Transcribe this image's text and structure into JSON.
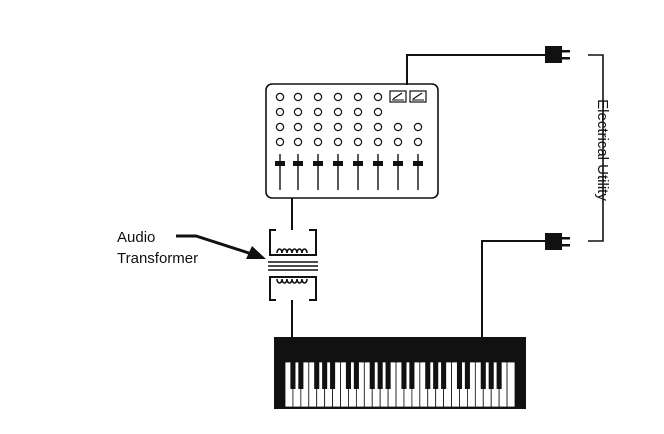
{
  "labels": {
    "audio_line1": "Audio",
    "audio_line2": "Transformer",
    "utility": "Electrical Utility"
  },
  "colors": {
    "ink": "#111111",
    "paper": "#ffffff"
  },
  "mixer": {
    "knob_rows": [
      [
        1,
        1,
        1,
        1,
        1,
        1,
        0,
        0
      ],
      [
        1,
        1,
        1,
        1,
        1,
        1,
        0,
        0
      ],
      [
        1,
        1,
        1,
        1,
        1,
        1,
        1,
        1
      ],
      [
        1,
        1,
        1,
        1,
        1,
        1,
        1,
        1
      ]
    ],
    "meters": 2,
    "fader_count": 8
  },
  "keyboard": {
    "white_keys": 29
  },
  "icons": [
    "plug-icon",
    "transformer-coil-icon",
    "arrow-icon"
  ]
}
